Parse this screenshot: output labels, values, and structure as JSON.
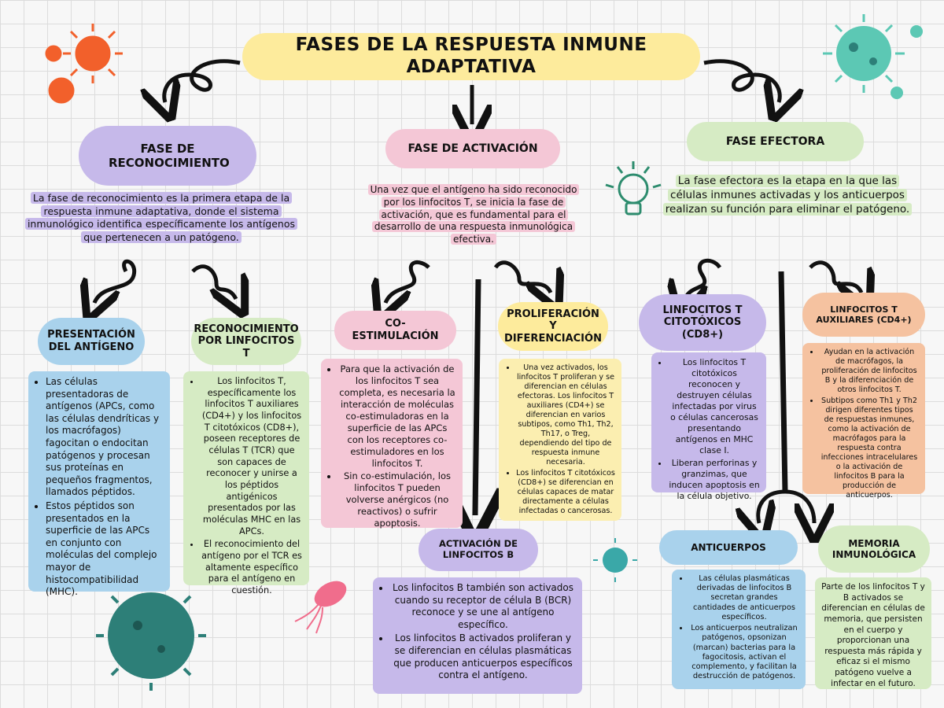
{
  "title": "FASES DE LA RESPUESTA INMUNE ADAPTATIVA",
  "colors": {
    "yellow": "#fdeb9c",
    "purple": "#c6b9ea",
    "pink": "#f4c7d6",
    "green": "#d6ebc4",
    "blue": "#a9d2ec",
    "orange": "#f5c2a0",
    "light_yellow": "#fbeeb0",
    "virus_orange": "#f2602b",
    "virus_teal": "#5cc8b4",
    "virus_dark_teal": "#2d7f78",
    "virus_pink": "#f06d8c"
  },
  "phases": {
    "recognition": {
      "title": "FASE DE RECONOCIMIENTO",
      "text": "La fase de reconocimiento es la primera etapa de la respuesta inmune adaptativa, donde el sistema inmunológico identifica específicamente los antígenos que pertenecen a un patógeno."
    },
    "activation": {
      "title": "FASE DE ACTIVACIÓN",
      "text": "Una vez que el antígeno ha sido reconocido por los linfocitos T, se inicia la fase de activación, que es fundamental para el desarrollo de una respuesta inmunológica efectiva."
    },
    "effector": {
      "title": "FASE EFECTORA",
      "text": "La fase efectora es la etapa en la que las células inmunes activadas y los anticuerpos realizan su función para eliminar el patógeno."
    }
  },
  "subtopics": {
    "antigen_presentation": {
      "title": "PRESENTACIÓN DEL ANTÍGENO",
      "items": [
        "Las células presentadoras de antígenos (APCs, como las células dendríticas y los macrófagos) fagocitan o endocitan patógenos y procesan sus proteínas en pequeños fragmentos, llamados péptidos.",
        "Estos péptidos son presentados en la superficie de las APCs en conjunto con moléculas del complejo mayor de histocompatibilidad (MHC)."
      ]
    },
    "t_recognition": {
      "title": "RECONOCIMIENTO POR LINFOCITOS T",
      "items": [
        "Los linfocitos T, específicamente los linfocitos T auxiliares (CD4+) y los linfocitos T citotóxicos (CD8+), poseen receptores de células T (TCR) que son capaces de reconocer y unirse a los péptidos antigénicos presentados por las moléculas MHC en las APCs.",
        "El reconocimiento del antígeno por el TCR es altamente específico para el antígeno en cuestión."
      ]
    },
    "costimulation": {
      "title": "CO-ESTIMULACIÓN",
      "items": [
        "Para que la activación de los linfocitos T sea completa, es necesaria la interacción de moléculas co-estimuladoras en la superficie de las APCs con los receptores co-estimuladores en los linfocitos T.",
        "Sin co-estimulación, los linfocitos T pueden volverse anérgicos (no reactivos) o sufrir apoptosis."
      ]
    },
    "proliferation": {
      "title": "PROLIFERACIÓN Y DIFERENCIACIÓN",
      "items": [
        "Una vez activados, los linfocitos T proliferan y se diferencian en células efectoras. Los linfocitos T auxiliares (CD4+) se diferencian en varios subtipos, como Th1, Th2, Th17, o Treg, dependiendo del tipo de respuesta inmune necesaria.",
        "Los linfocitos T citotóxicos (CD8+) se diferencian en células capaces de matar directamente a células infectadas o cancerosas."
      ]
    },
    "b_activation": {
      "title": "ACTIVACIÓN DE LINFOCITOS B",
      "items": [
        "Los linfocitos B también son activados cuando su receptor de célula B (BCR) reconoce y se une al antígeno específico.",
        "Los linfocitos B activados proliferan y se diferencian en células plasmáticas que producen anticuerpos específicos contra el antígeno."
      ]
    },
    "cytotoxic": {
      "title": "LINFOCITOS T CITOTÓXICOS (CD8+)",
      "items": [
        "Los linfocitos T citotóxicos reconocen y destruyen células infectadas por virus o células cancerosas presentando antígenos en MHC clase I.",
        "Liberan perforinas y granzimas, que inducen apoptosis en la célula objetivo."
      ]
    },
    "helper": {
      "title": "LINFOCITOS T AUXILIARES (CD4+)",
      "items": [
        "Ayudan en la activación de macrófagos, la proliferación de linfocitos B y la diferenciación de otros linfocitos T.",
        "Subtipos como Th1 y Th2 dirigen diferentes tipos de respuestas inmunes, como la activación de macrófagos para la respuesta contra infecciones intracelulares o la activación de linfocitos B para la producción de anticuerpos."
      ]
    },
    "antibodies": {
      "title": "ANTICUERPOS",
      "items": [
        "Las células plasmáticas derivadas de linfocitos B secretan grandes cantidades de anticuerpos específicos.",
        "Los anticuerpos neutralizan patógenos, opsonizan (marcan) bacterias para la fagocitosis, activan el complemento, y facilitan la destrucción de patógenos."
      ]
    },
    "memory": {
      "title": "MEMORIA INMUNOLÓGICA",
      "text": "Parte de los linfocitos T y B activados se diferencian en células de memoria, que persisten en el cuerpo y proporcionan una respuesta más rápida y eficaz si el mismo patógeno vuelve a infectar en el futuro."
    }
  },
  "icons": [
    "virus-icon",
    "bacteria-icon",
    "lightbulb-icon",
    "arrow-icon"
  ]
}
